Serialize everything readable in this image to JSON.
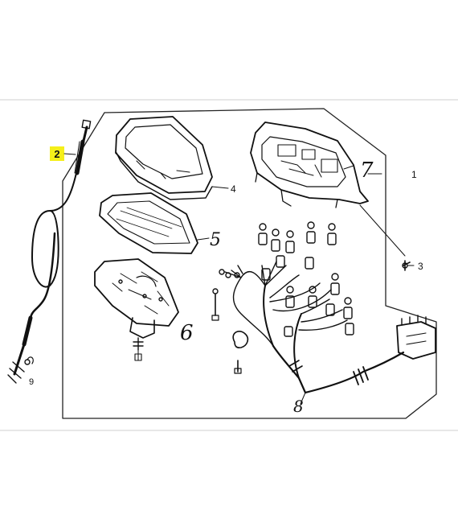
{
  "colors": {
    "ink": "#111111",
    "highlight": "#f5ef1a",
    "frame": "#222222",
    "background": "#ffffff"
  },
  "parts": [
    {
      "id": "1",
      "name": "part-label-1"
    },
    {
      "id": "2",
      "name": "part-label-2",
      "highlighted": true
    },
    {
      "id": "3",
      "name": "part-label-3"
    },
    {
      "id": "4",
      "name": "part-label-4"
    },
    {
      "id": "5",
      "name": "part-label-5"
    },
    {
      "id": "6",
      "name": "part-label-6"
    },
    {
      "id": "7",
      "name": "part-label-7"
    },
    {
      "id": "8",
      "name": "part-label-8"
    },
    {
      "id": "9",
      "name": "part-label-9"
    }
  ]
}
